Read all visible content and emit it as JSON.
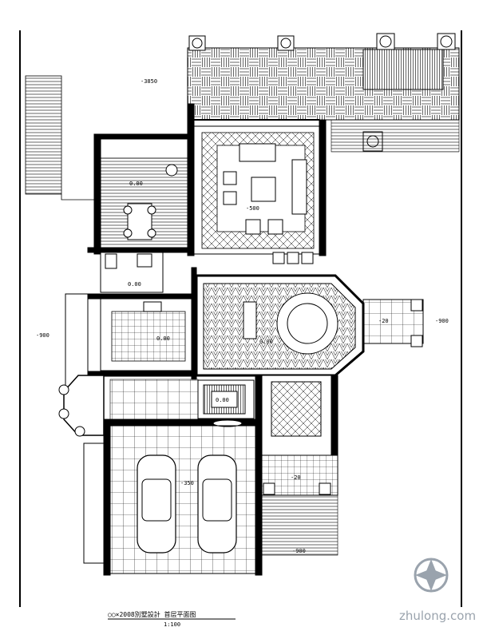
{
  "drawing": {
    "title": "○○×2008別墅設計 首层平面图",
    "scale": "1:100"
  },
  "elevations": {
    "top_yard": "-3850",
    "left_yard": "-900",
    "right_yard": "-900",
    "bottom_yard": "-900",
    "dining": "0.00",
    "living": "-500",
    "kitchen": "0.00",
    "bath": "0.00",
    "hall": "0.00",
    "stair": "0.00",
    "garage": "-350",
    "front_porch": "-20",
    "side_porch": "-20"
  },
  "watermark": {
    "text": "zhulong.com"
  },
  "colors": {
    "line": "#000000",
    "watermark": "#9aa3ad",
    "background": "#ffffff"
  }
}
